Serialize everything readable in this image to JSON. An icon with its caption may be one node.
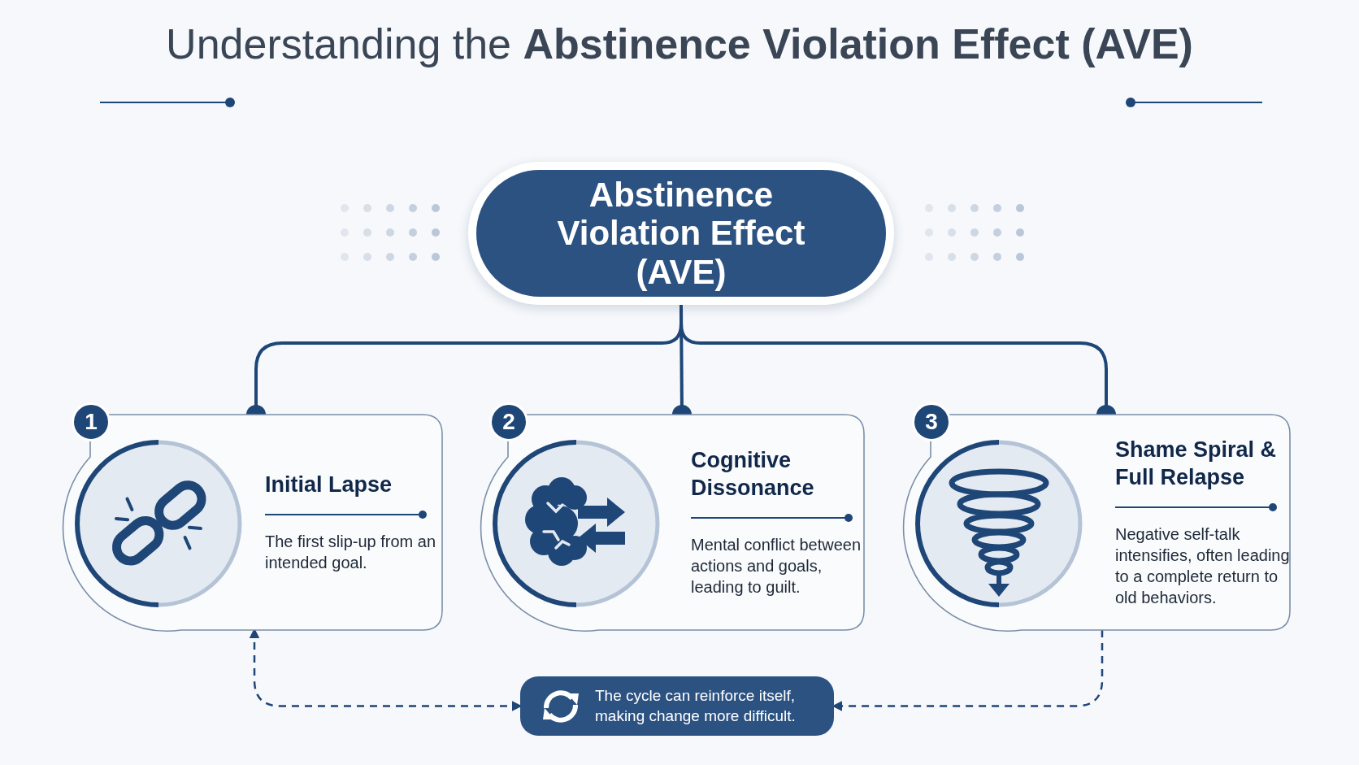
{
  "diagram": {
    "title": "Understanding the **Abstinence Violation Effect (AVE)**",
    "nodes": [
      {
        "text": [
          "Abstinence Violation Effect (AVE)"
        ]
      },
      {
        "text": [
          "1",
          "Initial Lapse",
          "The first slip-up from an intended goal."
        ]
      },
      {
        "text": [
          "2",
          "Cognitive Dissonance",
          "Mental conflict between actions and goals, leading to guilt."
        ]
      },
      {
        "text": [
          "3",
          "Shame Spiral & Full Relapse",
          "Negative self-talk intensifies, often leading to a complete return to old behaviors."
        ]
      },
      {
        "text": [
          "The cycle can reinforce itself, making change more difficult."
        ]
      }
    ],
    "edges": [
      {
        "from": 0,
        "to": 1,
        "arrow": "other"
      },
      {
        "from": 0,
        "to": 2,
        "arrow": "other"
      },
      {
        "from": 0,
        "to": 3,
        "arrow": "other"
      },
      {
        "from": 4,
        "to": 1,
        "arrow": "both",
        "style": "dashed"
      },
      {
        "from": 3,
        "to": 4,
        "arrow": "to",
        "style": "dashed"
      }
    ]
  }
}
